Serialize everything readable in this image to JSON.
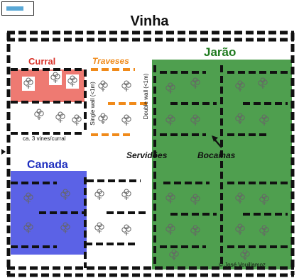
{
  "title": "Vinha",
  "zones": {
    "curral": {
      "label": "Curral",
      "color": "#d9342b",
      "fill": "#ee7a72"
    },
    "traveses": {
      "label": "Traveses",
      "color": "#f08a1a"
    },
    "jarao": {
      "label": "Jarão",
      "color": "#1e7a1e",
      "fill": "#4f9f4f"
    },
    "canada": {
      "label": "Canada",
      "color": "#1f2fbf",
      "fill": "#5b62e6"
    }
  },
  "paths": {
    "servidoes": "Servidões",
    "bocainas": "Bocainas"
  },
  "walls": {
    "single": "Single wall (<1m)",
    "double": "Double wall (<1m)"
  },
  "note": "ca. 3 vines/curral",
  "credit": "© José Vouillamoz",
  "icons": [
    "vine-icon",
    "arrow-icon"
  ]
}
